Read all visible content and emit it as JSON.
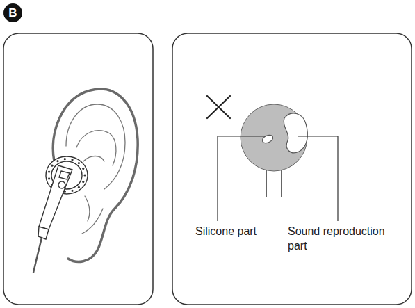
{
  "diagram": {
    "nodes": [
      {
        "text": [
          "B"
        ]
      }
    ],
    "labels": [
      "Silicone part",
      "Sound reproduction part"
    ]
  }
}
